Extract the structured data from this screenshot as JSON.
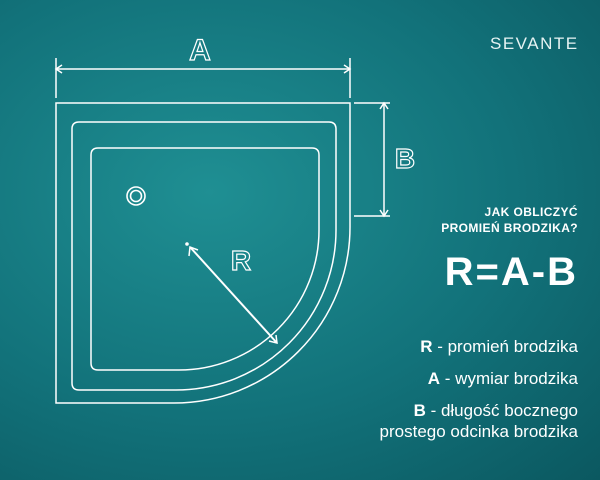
{
  "brand": {
    "logo_text": "SEVANTE"
  },
  "diagram": {
    "label_a": "A",
    "label_b": "B",
    "label_r": "R"
  },
  "info": {
    "question_line1": "JAK OBLICZYĆ",
    "question_line2": "PROMIEŃ BRODZIKA?",
    "formula": "R=A-B"
  },
  "legend": {
    "r_symbol": "R",
    "r_text": " - promień brodzika",
    "a_symbol": "A",
    "a_text": " - wymiar brodzika",
    "b_symbol": "B",
    "b_text_line1": " - długość bocznego",
    "b_text_line2": "prostego odcinka brodzika"
  },
  "colors": {
    "background": "#12727a",
    "lines": "#ffffff"
  },
  "icons": {
    "drain": "drain-icon"
  }
}
